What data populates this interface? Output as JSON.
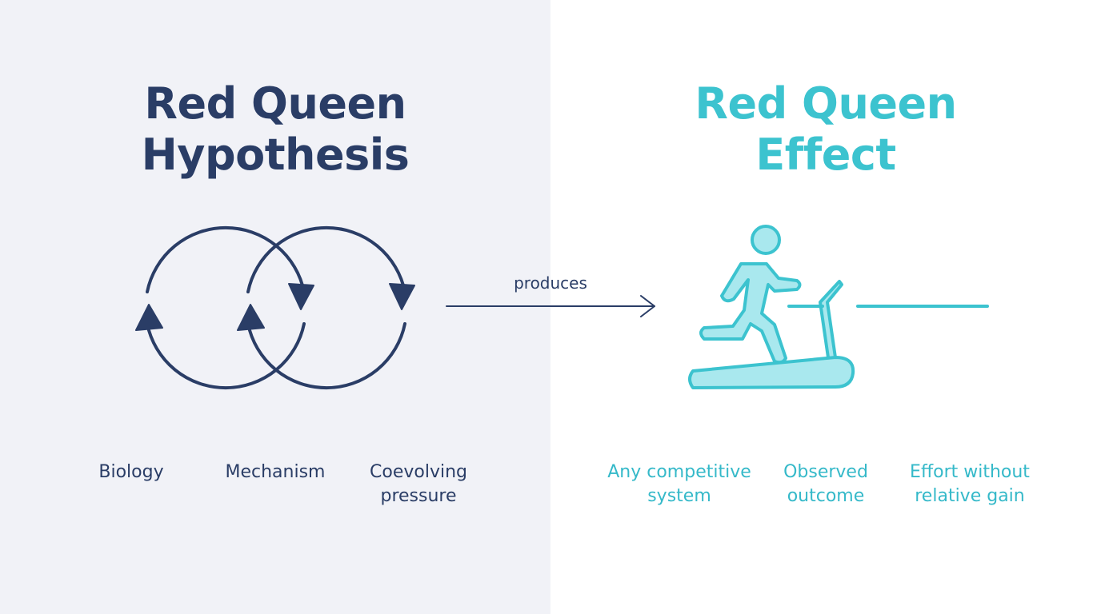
{
  "left_panel": {
    "title_line1": "Red Queen",
    "title_line2": "Hypothesis",
    "labels": [
      {
        "line1": "Biology",
        "line2": ""
      },
      {
        "line1": "Mechanism",
        "line2": ""
      },
      {
        "line1": "Coevolving",
        "line2": "pressure"
      }
    ]
  },
  "connector": {
    "label": "produces"
  },
  "right_panel": {
    "title_line1": "Red Queen",
    "title_line2": "Effect",
    "labels": [
      {
        "line1": "Any competitive",
        "line2": "system"
      },
      {
        "line1": "Observed",
        "line2": "outcome"
      },
      {
        "line1": "Effort without",
        "line2": "relative gain"
      }
    ]
  },
  "icons": {
    "left": "coevolution-cycles-icon",
    "right": "treadmill-runner-icon"
  },
  "colors": {
    "left_bg": "#f1f2f7",
    "right_bg": "#ffffff",
    "navy": "#2a3d66",
    "teal": "#3cc3cf",
    "teal_fill": "#a9e8ee"
  }
}
